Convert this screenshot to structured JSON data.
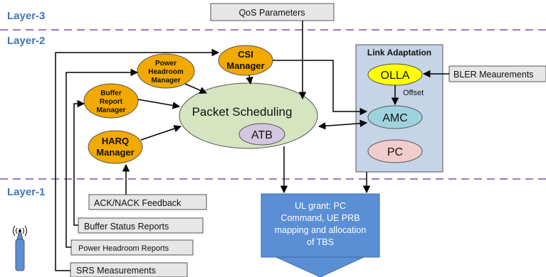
{
  "layers": {
    "layer3": "Layer-3",
    "layer2": "Layer-2",
    "layer1": "Layer-1"
  },
  "qos_parameters": "QoS Parameters",
  "link_adaptation": {
    "title": "Link Adaptation",
    "olla": "OLLA",
    "offset": "Offset",
    "amc": "AMC",
    "pc": "PC"
  },
  "bler_measurements": "BLER Meaurements",
  "managers": {
    "csi": [
      "CSI",
      "Manager"
    ],
    "power_headroom": [
      "Power",
      "Headroom",
      "Manager"
    ],
    "buffer_report": [
      "Buffer",
      "Report",
      "Manager"
    ],
    "harq": [
      "HARQ",
      "Manager"
    ]
  },
  "packet_scheduling": {
    "label": "Packet Scheduling",
    "atb": "ATB"
  },
  "inputs": {
    "ack_nack": "ACK/NACK Feedback",
    "buffer_status": "Buffer Status Reports",
    "power_headroom_reports": "Power Headroom Reports",
    "srs": "SRS Measurements"
  },
  "ul_grant": [
    "UL grant: PC",
    "Command, UE PRB",
    "mapping and allocation",
    "of TBS"
  ],
  "colors": {
    "layer_label": "#3f76b5",
    "dashed_line": "#9b7bc0",
    "manager_fill": "#f2a900",
    "ps_fill": "#d6e4bf",
    "atb_fill": "#d2c6e0",
    "la_box_fill": "#c5d4e6",
    "olla_fill": "#ffff00",
    "amc_fill": "#9fd2df",
    "pc_fill": "#f1cccc",
    "input_box_fill": "#e6e6e6",
    "grant_fill": "#5b8fd5"
  }
}
